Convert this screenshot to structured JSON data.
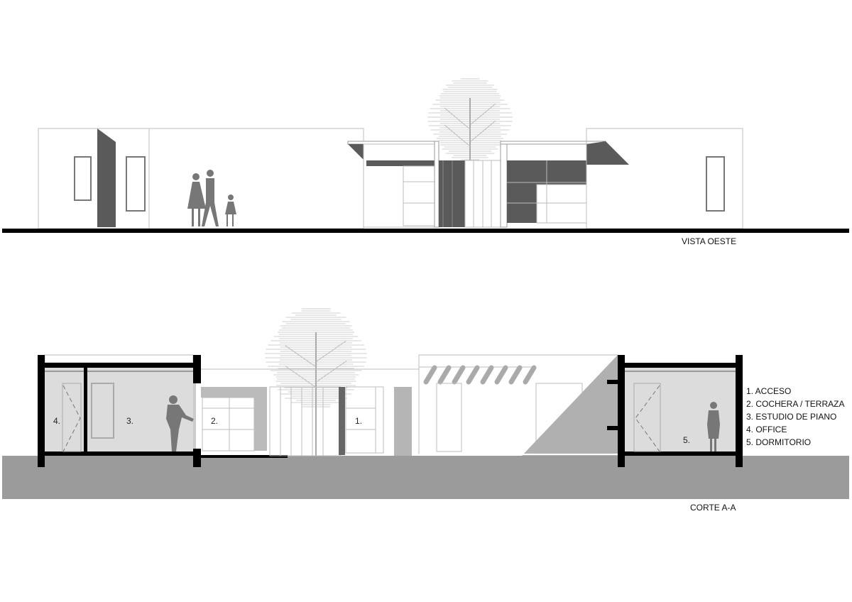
{
  "elevation": {
    "title": "VISTA OESTE"
  },
  "section": {
    "title": "CORTE A-A",
    "room_tags": [
      "1.",
      "2.",
      "3.",
      "4.",
      "5."
    ],
    "legend": [
      "1. ACCESO",
      "2. COCHERA / TERRAZA",
      "3. ESTUDIO DE PIANO",
      "4. OFFICE",
      "5. DORMITORIO"
    ]
  },
  "colors": {
    "wall_cut": "#000000",
    "ground": "#9b9b9b",
    "interior": "#dcdcdc",
    "dark_panel": "#5a5a5a",
    "outline": "#bdbdbd"
  }
}
